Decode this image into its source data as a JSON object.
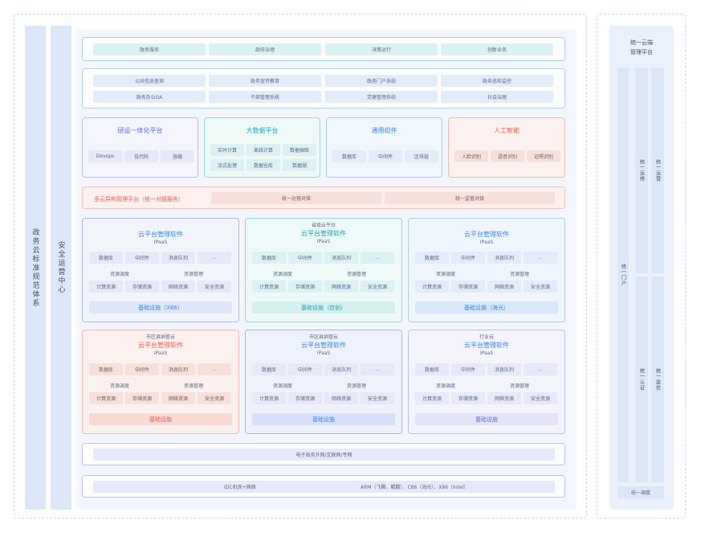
{
  "left_bars": {
    "standards": "政务云标准规范体系",
    "security": "安全运营中心"
  },
  "row1": [
    "政务服务",
    "政府治理",
    "决策运行",
    "创新业务"
  ],
  "row2": [
    "公共信息查询",
    "政务宣传教育",
    "政务门户系统",
    "政务巡检监控",
    "政务办公OA",
    "干部管理系统",
    "党建管理系统",
    "社会治理"
  ],
  "platforms": {
    "devops": {
      "title": "研运一体化平台",
      "items": [
        "Devops",
        "低代码",
        "容器"
      ]
    },
    "bigdata": {
      "title": "大数据平台",
      "items": [
        "实时计算",
        "离线计算",
        "数据抽取",
        "流式处理",
        "数据仓库",
        "数据湖"
      ]
    },
    "common": {
      "title": "通用组件",
      "items": [
        "数据库",
        "中间件",
        "区块链"
      ]
    },
    "ai": {
      "title": "人工智能",
      "items": [
        "人脸识别",
        "语音识别",
        "证照识别"
      ]
    }
  },
  "multicloud": {
    "title": "多云异构管理平台（统一对接服务）",
    "ops": "统一运营对接",
    "reg": "统一监管对接"
  },
  "cloud_common": {
    "title": "云平台管理软件",
    "ipaas": "IPaaS",
    "paas": [
      "数据库",
      "中间件",
      "消息队列",
      "..."
    ],
    "sched": "资源调度",
    "mgmt": "资源管理",
    "res": [
      "计算资源",
      "存储资源",
      "网络资源",
      "安全资源"
    ]
  },
  "clouds": [
    {
      "sub": "",
      "base": "基础设施（X86）"
    },
    {
      "sub": "省级云平台",
      "base": "基础设施（信创）"
    },
    {
      "sub": "",
      "base": "基础设施（海光）"
    },
    {
      "sub": "市区县纳管云",
      "base": "基础设施"
    },
    {
      "sub": "市区县纳管云",
      "base": "基础设施"
    },
    {
      "sub": "行业云",
      "base": "基础设施"
    }
  ],
  "network": "电子政务外网/互联网/专网",
  "idc": {
    "left": "IDC机房+网络",
    "right": "ARM（飞腾、鲲鹏）、C86（海光）、X86（Intel）"
  },
  "right_panel": {
    "title1": "统一云端",
    "title2": "管理平台",
    "ops": "统一运维",
    "operate": "统一运营",
    "portal": "统一门户",
    "auth": "统一认证",
    "monitor": "统一监控",
    "schedule": "统一调度"
  },
  "colors": {
    "teal": "#12a7b8",
    "blue": "#3b86e0",
    "red": "#e85b4d",
    "purple": "#5f6fd8"
  }
}
